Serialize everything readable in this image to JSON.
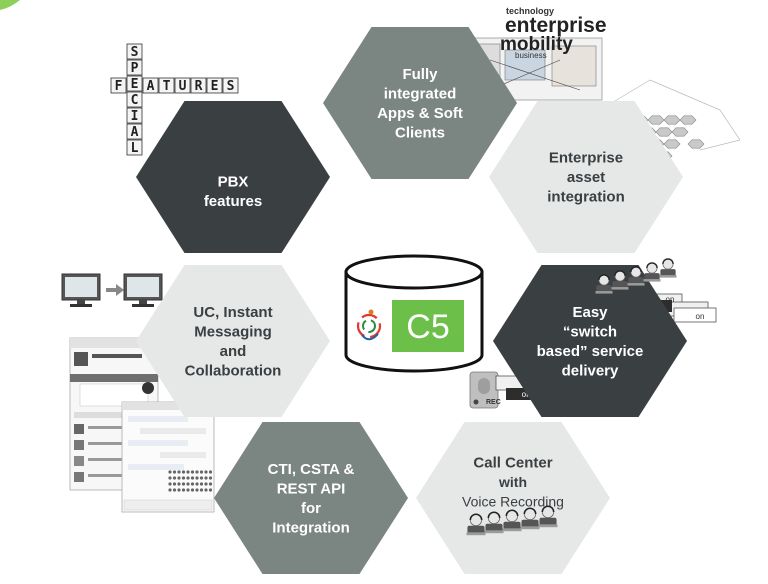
{
  "hexagons": [
    {
      "id": "pbx",
      "lines": [
        "PBX",
        "features"
      ],
      "fill": "#3a3f42",
      "text": "#ffffff"
    },
    {
      "id": "apps",
      "lines": [
        "Fully",
        "integrated",
        "Apps & Soft",
        "Clients"
      ],
      "fill": "#7b8582",
      "text": "#ffffff"
    },
    {
      "id": "asset",
      "lines": [
        "Enterprise",
        "asset",
        "integration"
      ],
      "fill": "#e6e8e8",
      "text": "#3a3f42"
    },
    {
      "id": "uc",
      "lines": [
        "UC, Instant",
        "Messaging",
        "and",
        "Collaboration"
      ],
      "fill": "#e6e8e8",
      "text": "#3a3f42"
    },
    {
      "id": "switch",
      "lines": [
        "Easy",
        "“switch",
        "based” service",
        "delivery"
      ],
      "fill": "#3a3f42",
      "text": "#ffffff"
    },
    {
      "id": "cti",
      "lines": [
        "CTI, CSTA &",
        "REST API",
        "for",
        "Integration"
      ],
      "fill": "#7b8582",
      "text": "#ffffff"
    },
    {
      "id": "callcenter",
      "lines": [
        "Call Center",
        "with",
        "Voice Recording"
      ],
      "fill": "#e6e8e8",
      "text": "#3a3f42"
    }
  ],
  "center": {
    "label": "C5",
    "accent": "#6cc04a"
  },
  "decor": {
    "special_letters": [
      "S",
      "P",
      "E",
      "C",
      "I",
      "A",
      "L"
    ],
    "features_letters": [
      "F",
      "E",
      "A",
      "T",
      "U",
      "R",
      "E",
      "S"
    ],
    "mobility_words": [
      "technology",
      "enterprise",
      "mobility",
      "business"
    ],
    "toggle_on": "on",
    "toggle_off": "off",
    "rec_label": "REC"
  },
  "colors": {
    "dark": "#3a3f42",
    "mid": "#7b8582",
    "light": "#e6e8e8"
  }
}
